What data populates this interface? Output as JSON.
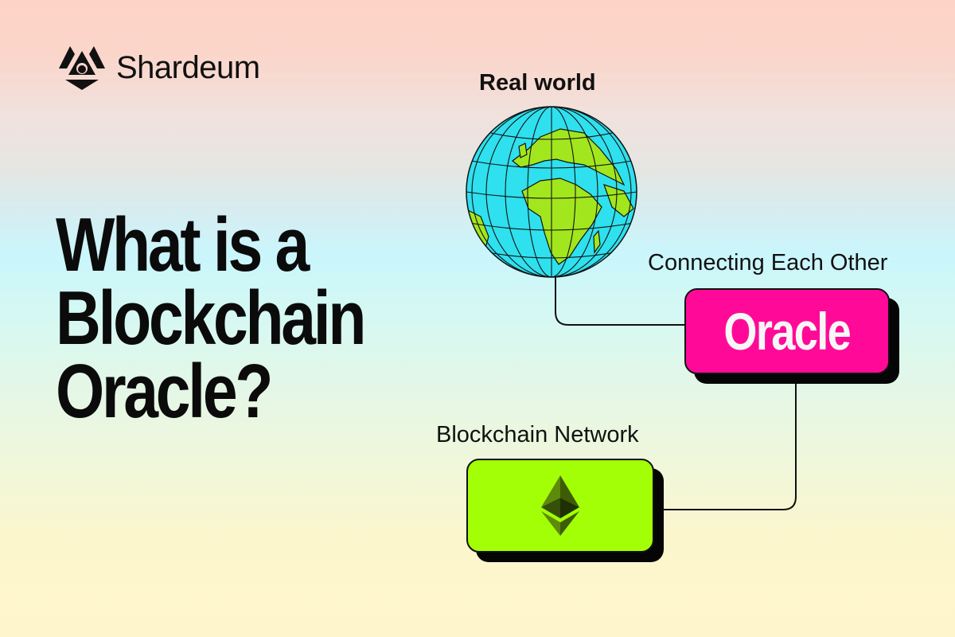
{
  "brand": {
    "name": "Shardeum",
    "logo_icon": "shardeum-logo-icon"
  },
  "headline": {
    "lines": [
      "What is a",
      "Blockchain",
      "Oracle?"
    ]
  },
  "diagram": {
    "globe": {
      "label": "Real world",
      "icon": "globe-icon"
    },
    "oracle": {
      "caption": "Connecting Each Other",
      "label": "Oracle",
      "color": "#ff0a98"
    },
    "network": {
      "label": "Blockchain Network",
      "icon": "ethereum-icon",
      "color": "#a3ff06"
    }
  },
  "colors": {
    "ocean": "#2fe0ee",
    "land": "#a2e61e",
    "text": "#111111"
  }
}
